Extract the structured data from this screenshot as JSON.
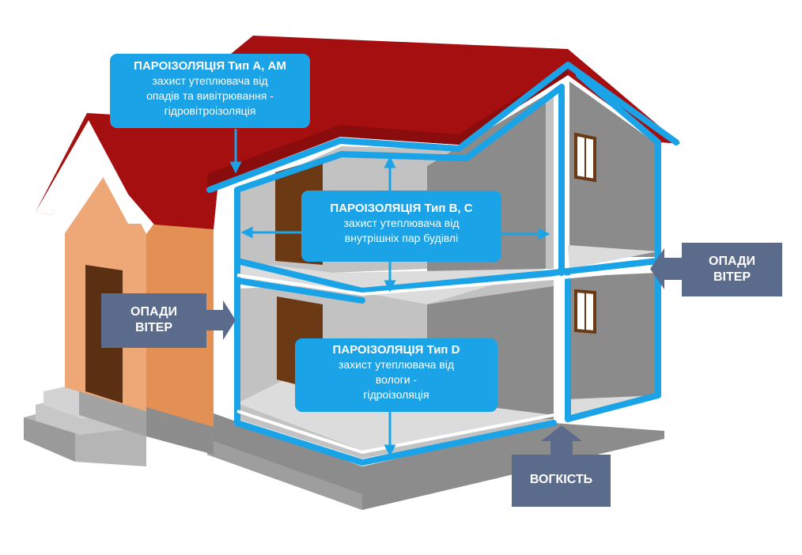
{
  "colors": {
    "roof": "#a50f0f",
    "membrane": "#1aa3e6",
    "tag_background": "#5a6b8c",
    "facade": "#eea877",
    "interior_wall": "#c2c2c2",
    "floor": "#dcdcdc"
  },
  "callouts": {
    "type_a": {
      "title": "ПАРОІЗОЛЯЦІЯ Тип А, АМ",
      "line1": "захист утеплювача від",
      "line2": "опадів та вивітрювання -",
      "line3": "гідровітроізоляція"
    },
    "type_bc": {
      "title": "ПАРОІЗОЛЯЦІЯ Тип B, C",
      "line1": "захист утеплювача від",
      "line2": "внутрішніх пар будівлі"
    },
    "type_d": {
      "title": "ПАРОІЗОЛЯЦІЯ Тип D",
      "line1": "захист утеплювача від",
      "line2": "вологи -",
      "line3": "гідроізоляція"
    }
  },
  "tags": {
    "left": {
      "line1": "ОПАДИ",
      "line2": "ВІТЕР"
    },
    "right": {
      "line1": "ОПАДИ",
      "line2": "ВІТЕР"
    },
    "bottom": {
      "line1": "ВОГКІСТЬ"
    }
  }
}
